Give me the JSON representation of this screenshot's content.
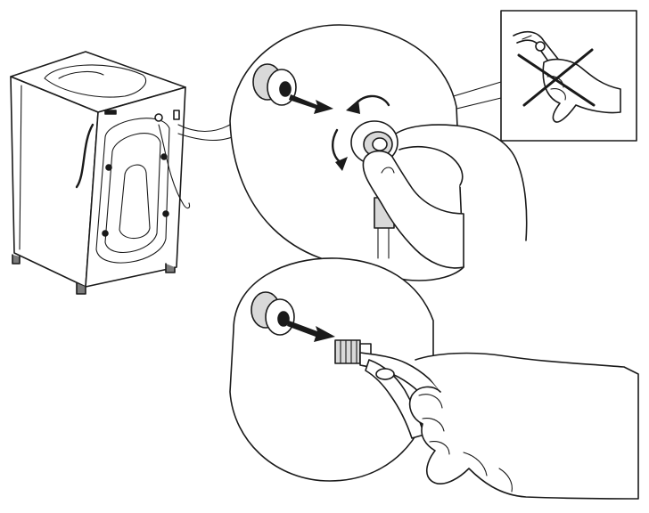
{
  "figure": {
    "kind": "installation-instruction-illustration",
    "colors": {
      "line": "#1a1a1a",
      "background": "#ffffff",
      "shade": "#d9d9d9"
    },
    "steps": [
      {
        "panel": "step-hand-tighten",
        "icons": [
          "unscrew-arrow-icon",
          "rotate-arrow-icon",
          "rotate-arrow-icon"
        ]
      },
      {
        "panel": "step-pliers-not-allowed",
        "icons": [
          "cross-icon"
        ]
      },
      {
        "panel": "step-pliers-tighten",
        "icons": [
          "unscrew-arrow-icon"
        ]
      }
    ]
  }
}
